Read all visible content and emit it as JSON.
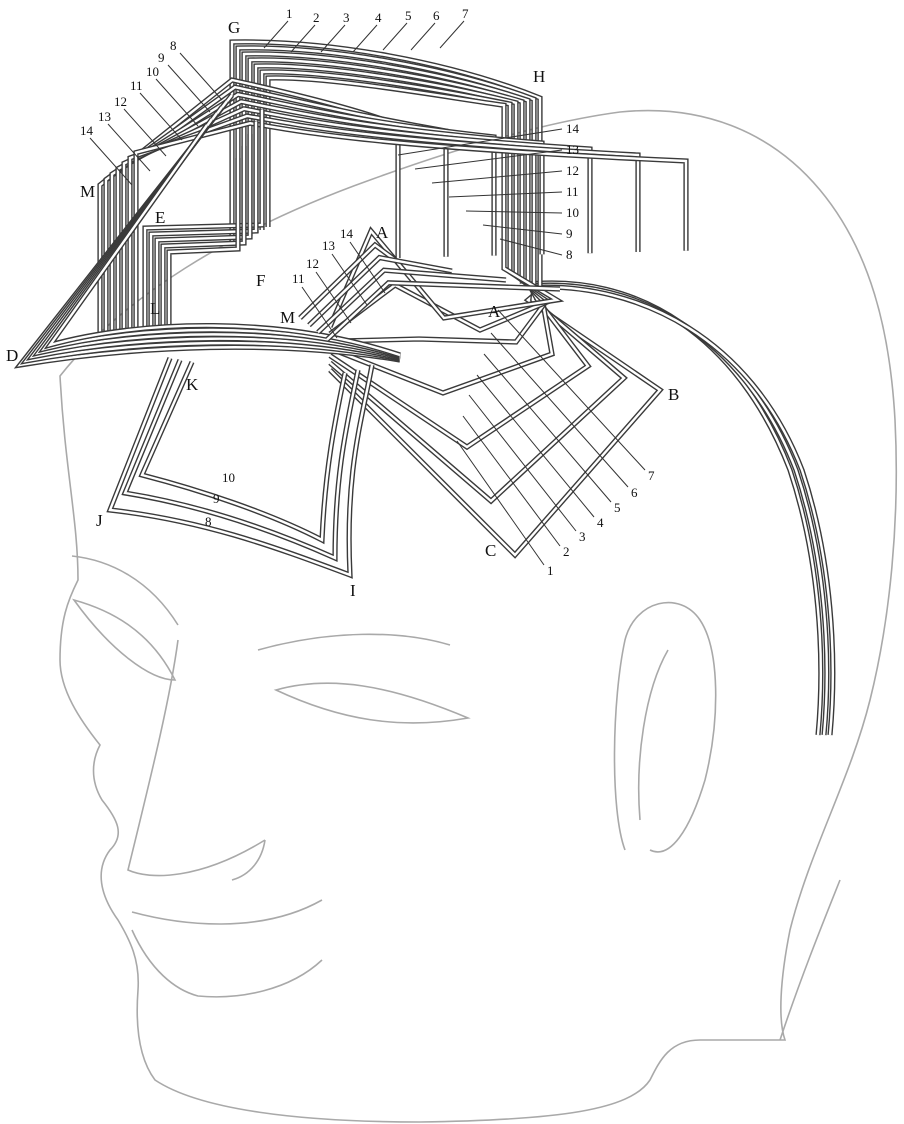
{
  "diagram": {
    "point_labels": [
      "A",
      "A",
      "B",
      "C",
      "D",
      "E",
      "F",
      "G",
      "H",
      "I",
      "J",
      "K",
      "L",
      "M",
      "M"
    ],
    "top_numbers": [
      "1",
      "2",
      "3",
      "4",
      "5",
      "6",
      "7"
    ],
    "left_numbers": [
      "8",
      "9",
      "10",
      "11",
      "12",
      "13",
      "14"
    ],
    "right_numbers": [
      "14",
      "13",
      "12",
      "11",
      "10",
      "9",
      "8"
    ],
    "mid_numbers": [
      "14",
      "13",
      "12",
      "11"
    ],
    "bottom_right_numbers": [
      "7",
      "6",
      "5",
      "4",
      "3",
      "2",
      "1"
    ],
    "forehead_numbers": [
      "10",
      "9",
      "8"
    ]
  },
  "colors": {
    "head_fill_top": "#cfcfcf",
    "head_fill_bottom": "#ffffff",
    "head_outline": "#a9a9a9",
    "wire": "#3a3a3a"
  }
}
